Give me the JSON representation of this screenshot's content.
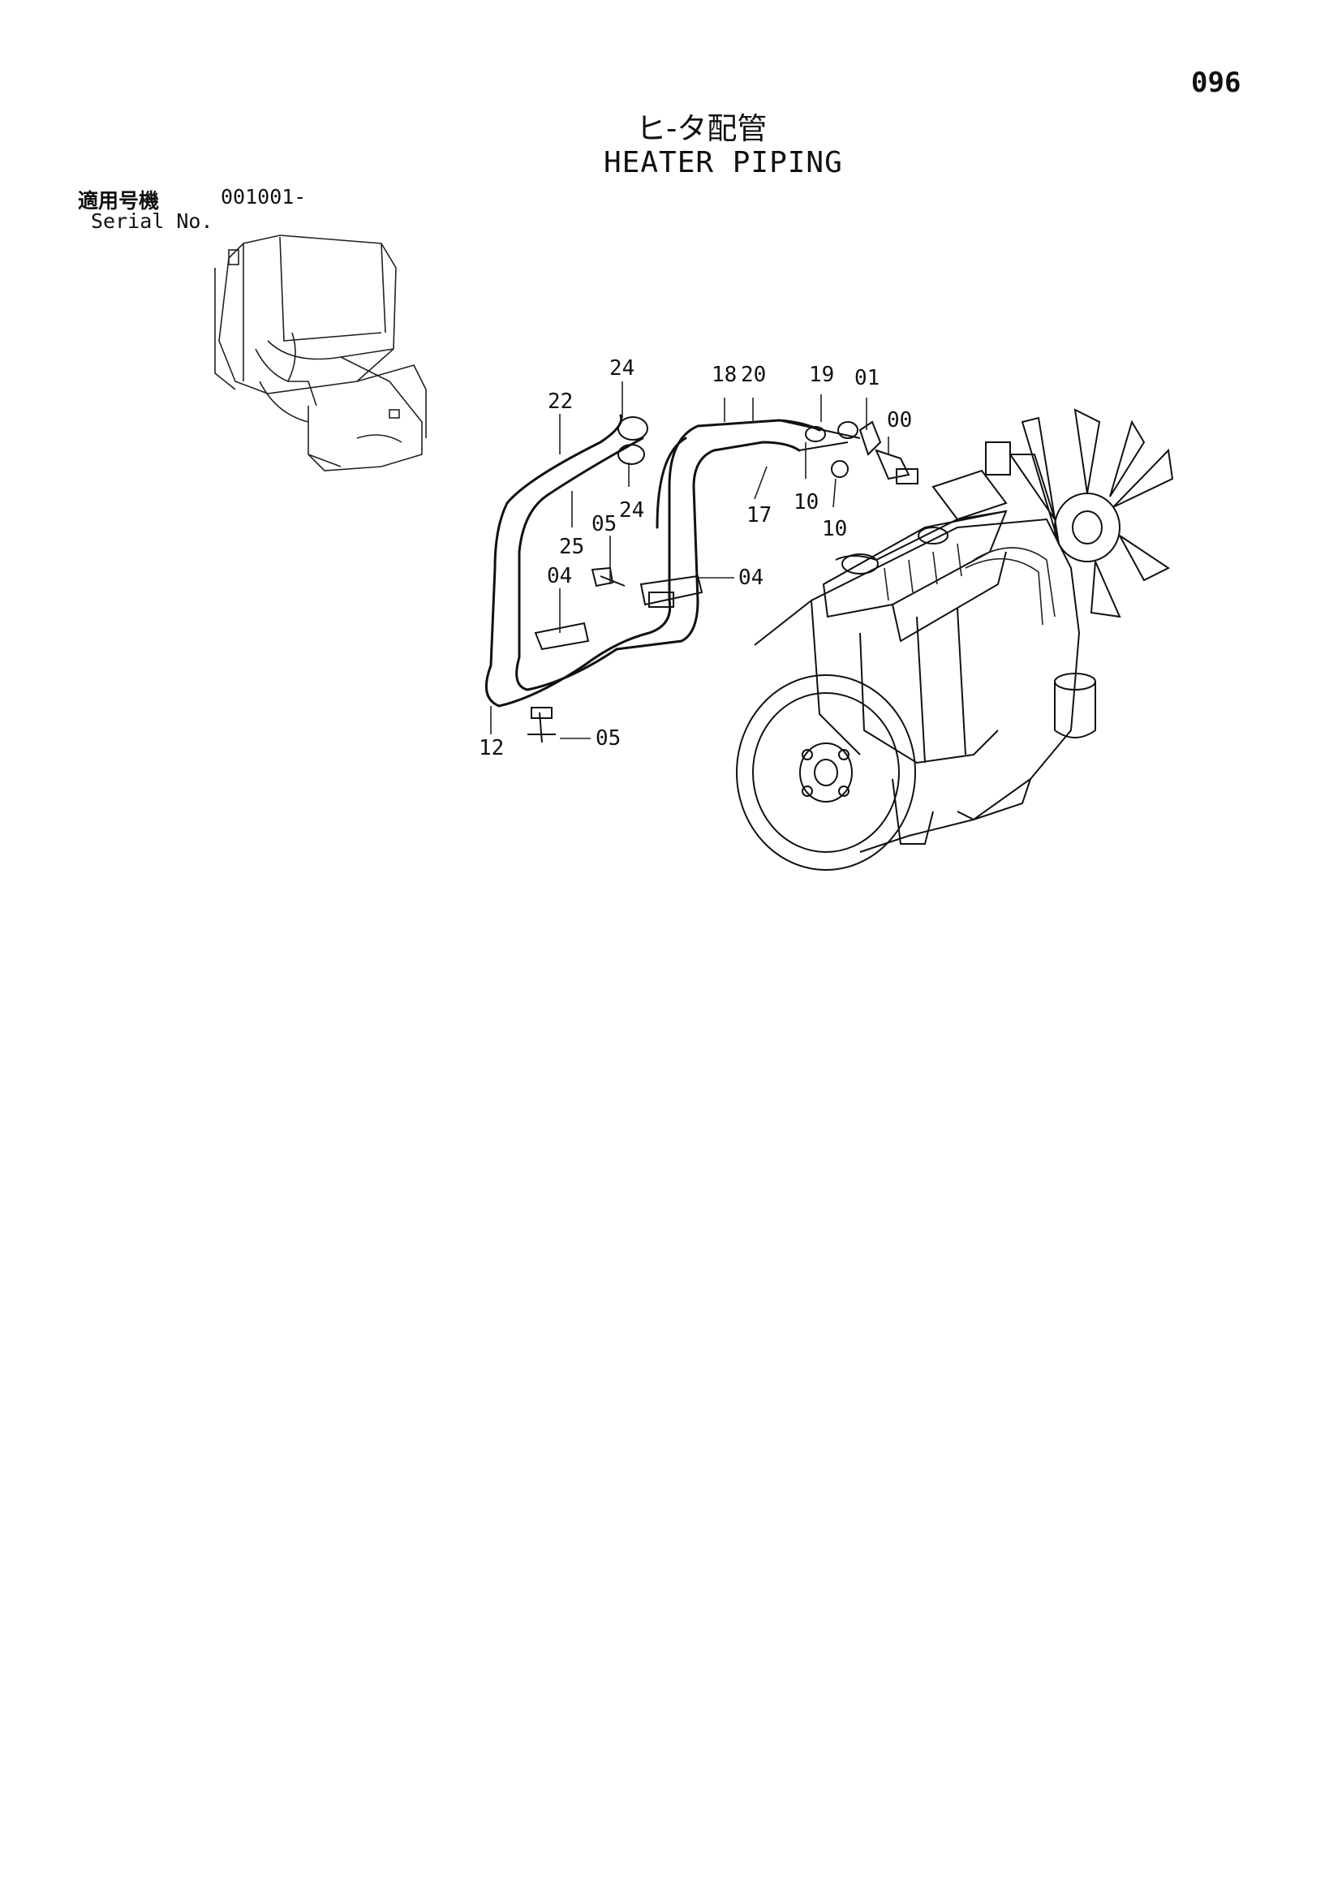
{
  "page_number": "096",
  "title_jp": "ヒ-タ配管",
  "title_en": "HEATER PIPING",
  "serial": {
    "label_jp": "適用号機",
    "value": "001001-",
    "label_en": "Serial No."
  },
  "callouts": [
    "24",
    "22",
    "18",
    "20",
    "19",
    "01",
    "00",
    "10",
    "17",
    "10",
    "24",
    "25",
    "05",
    "04",
    "04",
    "12",
    "05"
  ]
}
